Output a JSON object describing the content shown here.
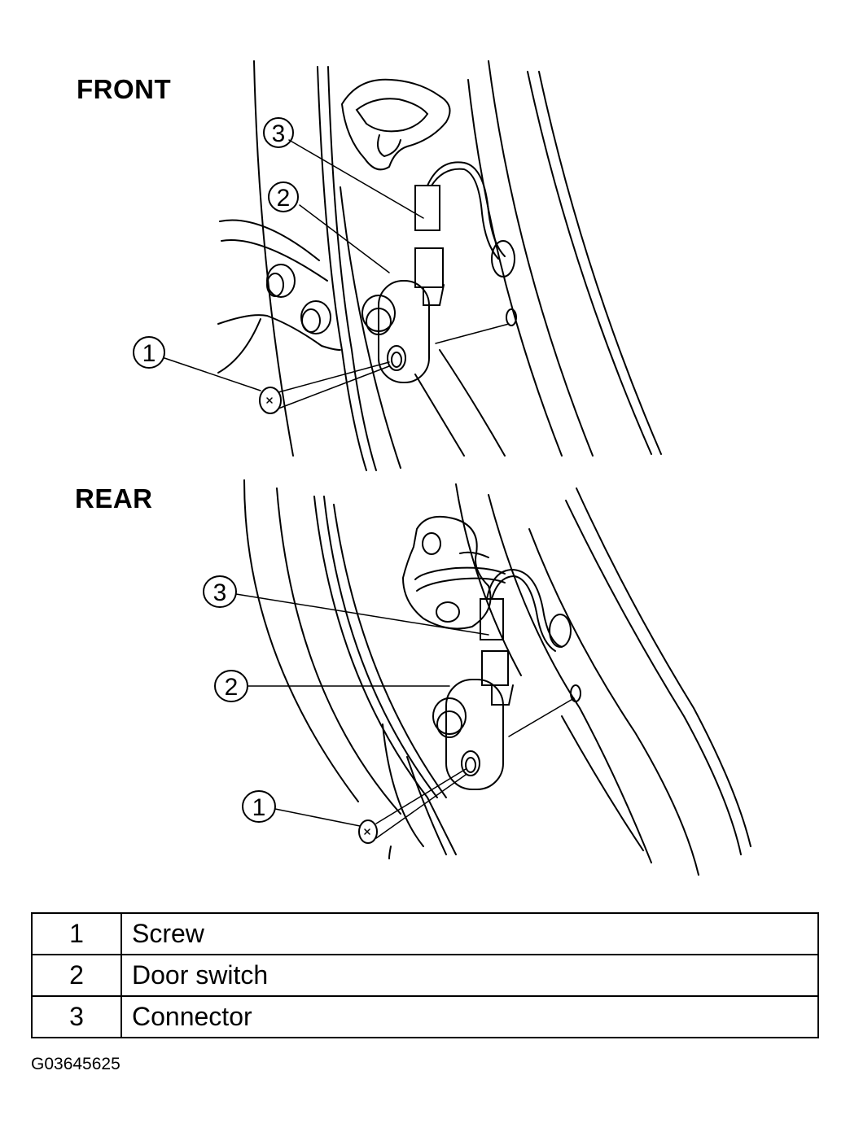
{
  "front": {
    "heading": "FRONT",
    "callouts": [
      "1",
      "2",
      "3"
    ]
  },
  "rear": {
    "heading": "REAR",
    "callouts": [
      "1",
      "2",
      "3"
    ]
  },
  "legend": {
    "rows": [
      {
        "number": "1",
        "name": "Screw"
      },
      {
        "number": "2",
        "name": "Door switch"
      },
      {
        "number": "3",
        "name": "Connector"
      }
    ]
  },
  "figure_code": "G03645625"
}
